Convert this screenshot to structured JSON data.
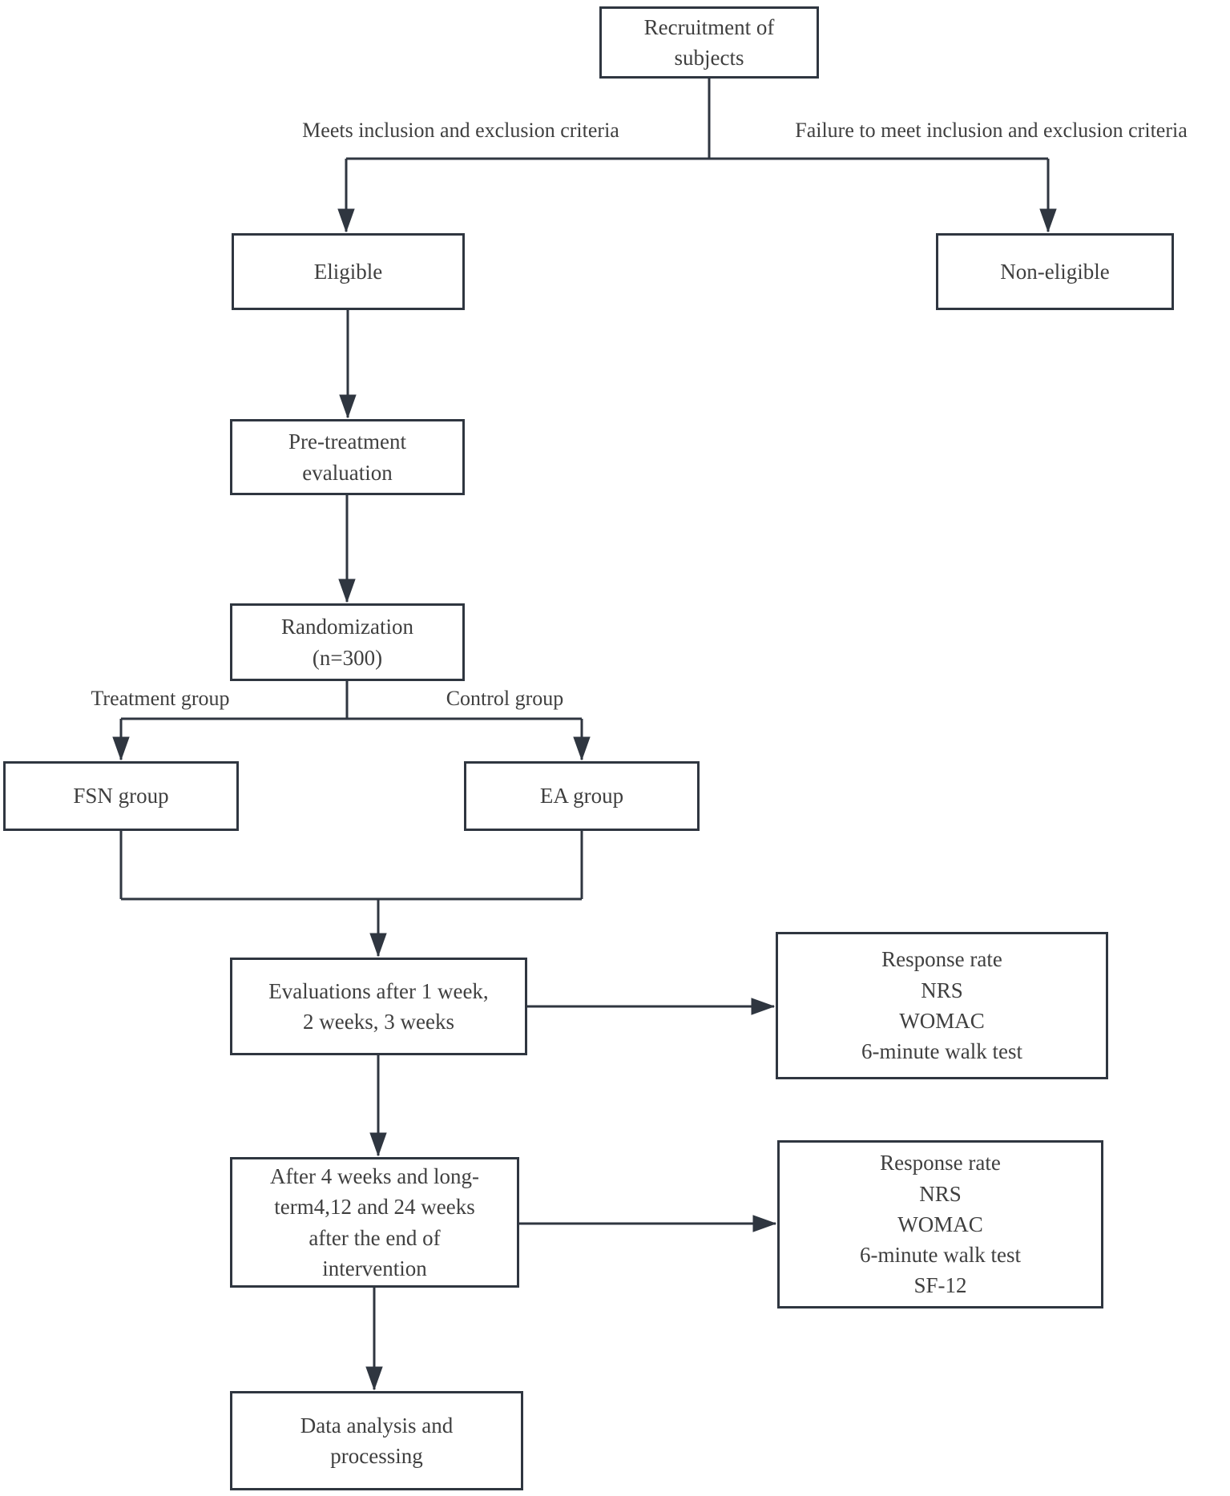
{
  "figure": {
    "background": "#ffffff",
    "line_color": "#2f3640",
    "text_color": "#3f3f3f"
  },
  "nodes": {
    "recruitment": "Recruitment of\nsubjects",
    "eligible": "Eligible",
    "non_eligible": "Non-eligible",
    "pre_treatment": "Pre-treatment\nevaluation",
    "randomization": "Randomization\n(n=300)",
    "fsn_group": "FSN group",
    "ea_group": "EA group",
    "evaluations_weekly": "Evaluations after 1 week,\n2 weeks, 3 weeks",
    "outcomes_weekly": "Response rate\nNRS\nWOMAC\n6-minute walk test",
    "evaluations_followup": "After 4 weeks and long-\nterm4,12 and 24 weeks\nafter the end of\nintervention",
    "outcomes_followup": "Response rate\nNRS\nWOMAC\n6-minute walk test\nSF-12",
    "data_analysis": "Data analysis and\nprocessing"
  },
  "edge_labels": {
    "meets_criteria": "Meets inclusion and exclusion criteria",
    "fails_criteria": "Failure to meet inclusion and exclusion criteria",
    "treatment_group": "Treatment group",
    "control_group": "Control group"
  }
}
